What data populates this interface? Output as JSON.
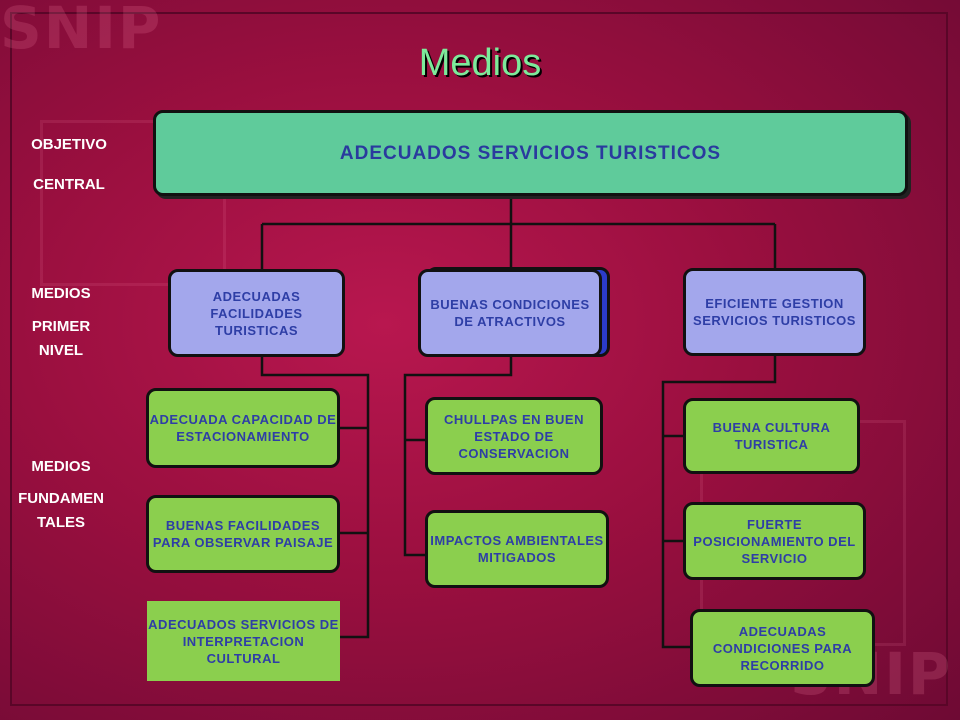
{
  "title": "Medios",
  "watermark": "SNIP",
  "colors": {
    "background": "#9a0f3f",
    "central": "#5fcb9b",
    "level1": "#a3a7ec",
    "level2": "#8bcf4e",
    "text": "#2e3ea6",
    "title": "#7dea9a"
  },
  "side_labels": {
    "objetivo": "OBJETIVO",
    "central": "CENTRAL",
    "medios1": "MEDIOS",
    "primer": "PRIMER",
    "nivel": "NIVEL",
    "medios2": "MEDIOS",
    "fundamen": "FUNDAMEN",
    "tales": "TALES"
  },
  "central_box": "ADECUADOS SERVICIOS TURISTICOS",
  "level1": [
    "ADECUADAS FACILIDADES TURISTICAS",
    "BUENAS CONDICIONES DE ATRACTIVOS",
    "EFICIENTE GESTION SERVICIOS TURISTICOS"
  ],
  "level2": {
    "left": [
      "ADECUADA CAPACIDAD DE ESTACIONAMIENTO",
      "BUENAS FACILIDADES PARA OBSERVAR PAISAJE",
      "ADECUADOS SERVICIOS DE INTERPRETACION CULTURAL"
    ],
    "middle": [
      "CHULLPAS EN BUEN ESTADO DE CONSERVACION",
      "IMPACTOS AMBIENTALES MITIGADOS"
    ],
    "right": [
      "BUENA CULTURA TURISTICA",
      "FUERTE POSICIONAMIENTO DEL SERVICIO",
      "ADECUADAS CONDICIONES PARA RECORRIDO"
    ]
  }
}
